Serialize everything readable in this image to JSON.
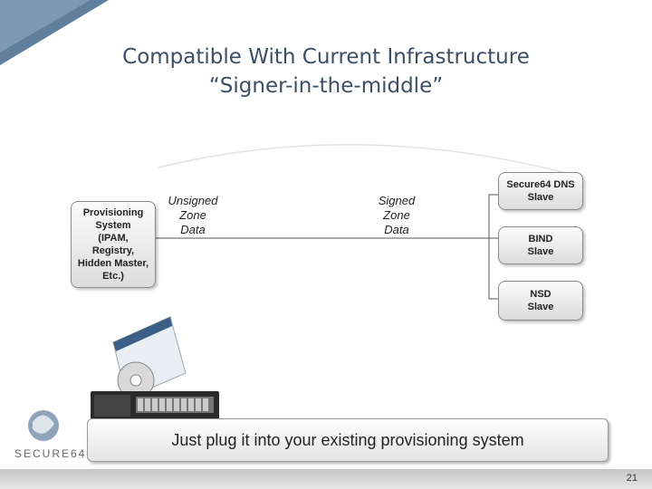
{
  "title": {
    "line1": "Compatible With Current Infrastructure",
    "line2": "“Signer-in-the-middle”"
  },
  "nodes": {
    "provisioning": "Provisioning\nSystem\n(IPAM,\nRegistry,\nHidden Master,\nEtc.)",
    "secure64": "Secure64 DNS\nSlave",
    "bind": "BIND\nSlave",
    "nsd": "NSD\nSlave"
  },
  "labels": {
    "unsigned": "Unsigned\nZone\nData",
    "signed": "Signed\nZone\nData"
  },
  "banner": "Just plug it into your existing provisioning system",
  "logo_text": "SECURE64",
  "page_number": "21",
  "colors": {
    "title": "#3a4f66",
    "corner": "#5f7f9c",
    "line": "#555555"
  }
}
